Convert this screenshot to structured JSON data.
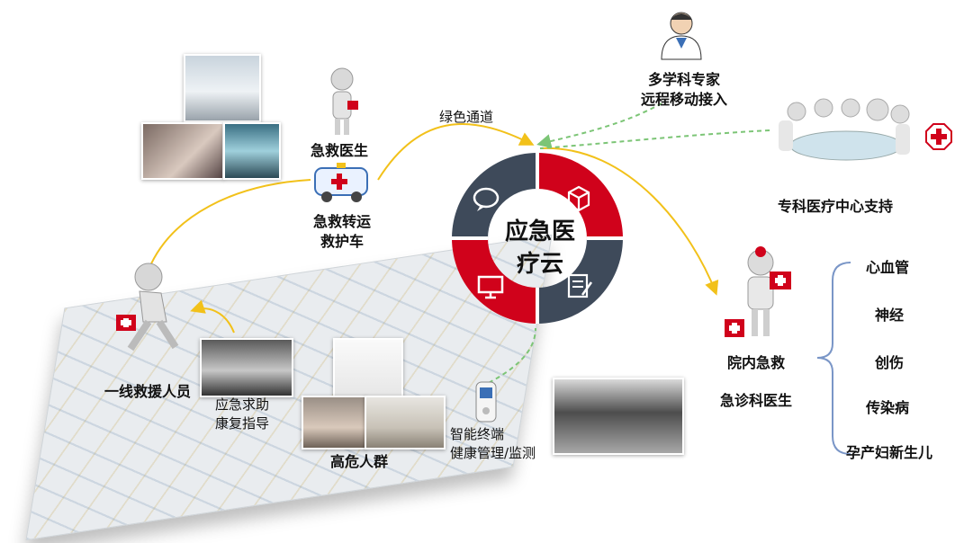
{
  "center": {
    "title_line1": "应急医",
    "title_line2": "疗云"
  },
  "labels": {
    "green_channel": "绿色通道",
    "emergency_doctor": "急救医生",
    "ambulance_line1": "急救转运",
    "ambulance_line2": "救护车",
    "experts_line1": "多学科专家",
    "experts_line2": "远程移动接入",
    "specialty_center": "专科医疗中心支持",
    "frontline_rescuer": "一线救援人员",
    "help_line1": "应急求助",
    "help_line2": "康复指导",
    "high_risk": "高危人群",
    "terminal_line1": "智能终端",
    "terminal_line2": "健康管理/监测",
    "in_hospital": "院内急救",
    "er_doctor": "急诊科医生"
  },
  "specialties": [
    "心血管",
    "神经",
    "创伤",
    "传染病",
    "孕产妇新生儿"
  ],
  "colors": {
    "red": "#d0021b",
    "slate": "#3e4a5a",
    "yellow_line": "#f2c11a",
    "green_line": "#7cc576"
  }
}
